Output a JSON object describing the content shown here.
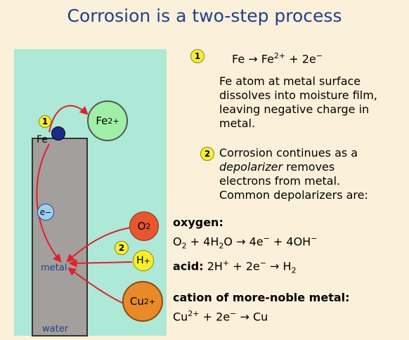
{
  "title": "Corrosion is a two-step process",
  "diagram": {
    "fe_label": "Fe",
    "fe2_ion_label": "Fe",
    "fe2_ion_sup": "2+",
    "electron_label": "e",
    "electron_sup": "−",
    "metal_label": "metal",
    "water_label": "water",
    "o2_label": "O",
    "o2_sub": "2",
    "h_label": "H",
    "h_sup": "+",
    "cu_label": "Cu",
    "cu_sup": "2+",
    "step1_badge": "1",
    "step2_badge": "2",
    "colors": {
      "water": "#aee8d6",
      "metal": "#a39f9c",
      "fe_atom": "#1b2a8a",
      "fe2_ion": "#9ff0a6",
      "electron": "#9fd0f2",
      "o2": "#e8562f",
      "h_ion": "#f8ef2a",
      "cu_ion": "#e88a2a",
      "arrow": "#e0202a"
    }
  },
  "step1": {
    "badge": "1",
    "eq_lhs": "Fe  →  Fe",
    "eq_sup": "2+",
    "eq_rhs": " + 2e",
    "eq_rhs_sup": "−",
    "description": "Fe atom at metal surface\ndissolves into moisture film,\nleaving negative charge in\nmetal."
  },
  "step2": {
    "badge": "2",
    "desc_a": "Corrosion continues as a\n",
    "desc_italic": "depolarizer",
    "desc_b": " removes\nelectrons from metal.\nCommon depolarizers are:"
  },
  "depolarizers": {
    "oxygen_head": "oxygen:",
    "oxygen_eq": {
      "o": "O",
      "o_sub": "2",
      "plus_4h": " + 4H",
      "h_sub": "2",
      "o_arrow": "O  →  4e",
      "e_sup": "−",
      "plus_4oh": " + 4OH",
      "oh_sup": "−"
    },
    "acid_head": "acid:",
    "acid_eq": {
      "start": " 2H",
      "h_sup": "+",
      "mid": " + 2e",
      "e_sup": "−",
      "arrow": " →  H",
      "h2_sub": "2"
    },
    "cation_head": "cation of more-noble metal:",
    "cation_eq": {
      "cu": "Cu",
      "cu_sup": "2+",
      "mid": " + 2e",
      "e_sup": "−",
      "arrow": " →  Cu"
    }
  }
}
